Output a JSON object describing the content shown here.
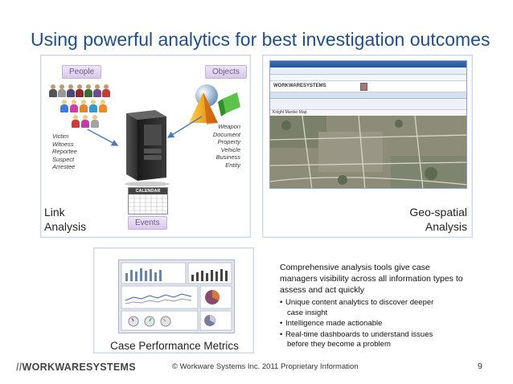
{
  "slide": {
    "title": "Using powerful analytics for best investigation outcomes",
    "page_number": "9"
  },
  "link_analysis": {
    "people_tag": "People",
    "objects_tag": "Objects",
    "events_tag": "Events",
    "calendar_label": "CALENDAR",
    "people_roles": [
      "Victim",
      "Witness",
      "Reportee",
      "Suspect",
      "Arrestee"
    ],
    "object_types": [
      "Weapon",
      "Document",
      "Property",
      "Vehicle",
      "Business",
      "Entity"
    ],
    "label_line1": "Link",
    "label_line2": "Analysis"
  },
  "geo_spatial": {
    "label_line1": "Geo-spatial",
    "label_line2": "Analysis",
    "app_brand": "WORKWARESYSTEMS",
    "map_title": "Knight Murder Map"
  },
  "case_performance": {
    "label": "Case Performance Metrics"
  },
  "description": {
    "text": "Comprehensive analysis tools give case managers visibility across all information types to assess and act quickly",
    "bullets": [
      [
        "Unique content analytics to discover deeper",
        "case insight"
      ],
      [
        "Intelligence made actionable"
      ],
      [
        "Real-time dashboards to understand issues",
        "before they become a problem"
      ]
    ],
    "bullet_glyph": "•"
  },
  "footer": {
    "logo_slashes": "//",
    "logo_text": "WORKWARESYSTEMS",
    "copyright": "© Workware Systems Inc. 2011  Proprietary Information"
  },
  "colors": {
    "title_blue": "#1f4e8c",
    "frame_blue": "#c9d8ec",
    "tag_purple": "#6a5a8e"
  }
}
